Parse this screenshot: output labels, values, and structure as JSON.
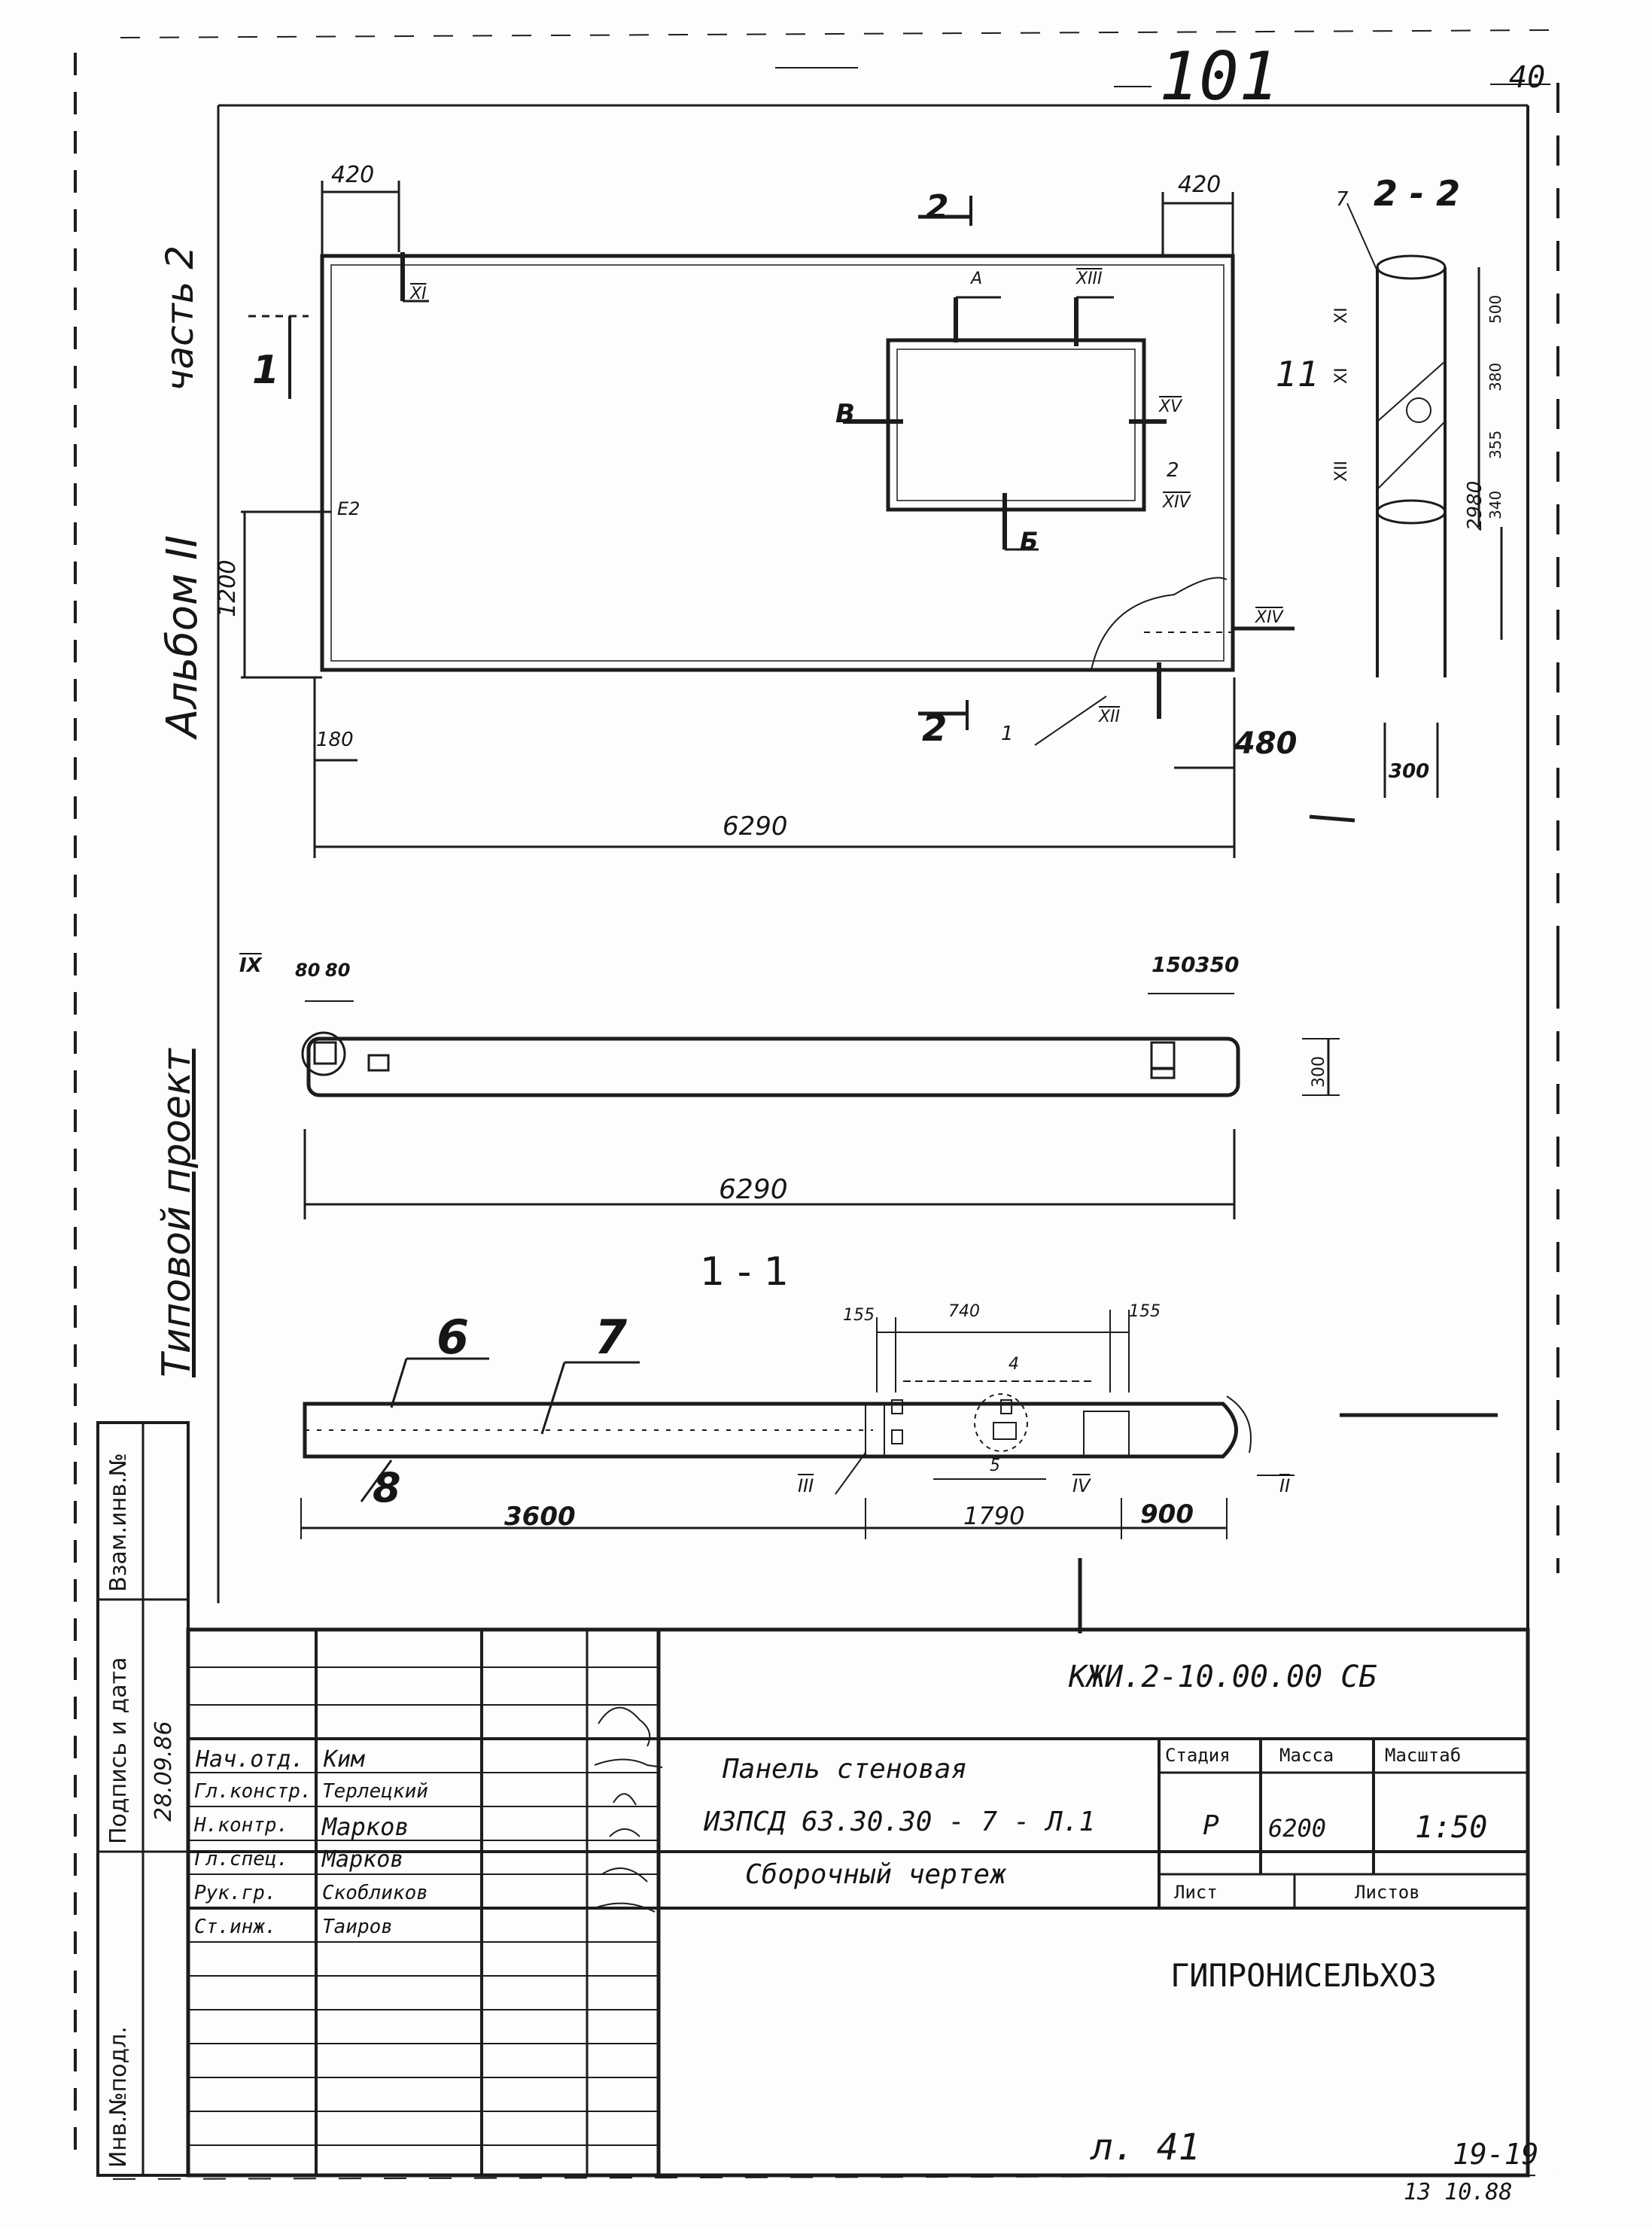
{
  "sheet": {
    "page_number": "101",
    "corner_number": "40",
    "album_label": "Альбом II",
    "part_label": "часть 2",
    "type_project_label": "Типовой проект"
  },
  "plan_view": {
    "dim_top_left": "420",
    "dim_top_right": "420",
    "dim_bottom_left": "180",
    "dim_bottom_right": "480",
    "dim_height": "1200",
    "dim_total": "6290",
    "section_mark_top": "2",
    "section_mark_bottom": "2",
    "section_mark_left": "1",
    "opening_marks": [
      "А",
      "Б",
      "В",
      "Е2"
    ],
    "node_marks": [
      "XI",
      "XIII",
      "XV",
      "XIV",
      "XII",
      "XIV"
    ],
    "callout_1": "1",
    "callout_2_2": "2"
  },
  "section_2_2": {
    "title": "2 - 2",
    "dim_bottom": "300",
    "dim_total": "2980",
    "dims_side": [
      "500",
      "380",
      "355",
      "340"
    ],
    "marks": [
      "7",
      "XI",
      "XI",
      "XII",
      "11"
    ]
  },
  "elevation_view": {
    "node_mark": "IX",
    "dims_top_left": [
      "80",
      "80"
    ],
    "dims_top_right": [
      "150",
      "350"
    ],
    "dim_height": "300",
    "dim_total": "6290"
  },
  "section_1_1": {
    "title": "1 - 1",
    "layer_marks": [
      "6",
      "7",
      "8"
    ],
    "dims_top": [
      "155",
      "740",
      "155"
    ],
    "dims_bottom": [
      "3600",
      "1790",
      "900"
    ],
    "node_marks": [
      "III",
      "IV",
      "II"
    ],
    "inner_marks": [
      "4",
      "5"
    ]
  },
  "side_table": {
    "headers": [
      "Взам.инв.№",
      "Подпись и дата",
      "Инв.№подл."
    ],
    "sign_date": "28.09.86"
  },
  "title_block": {
    "doc_code": "КЖИ.2-10.00.00 СБ",
    "title_line1": "Панель стеновая",
    "title_line2": "ИЗПСД 63.30.30 - 7 - Л.1",
    "title_line3": "Сборочный чертеж",
    "stage_header": "Стадия",
    "mass_header": "Масса",
    "scale_header": "Масштаб",
    "stage_value": "Р",
    "mass_value": "6200",
    "scale_value": "1:50",
    "sheet_label": "Лист",
    "sheets_label": "Листов",
    "organization": "ГИПРОНИСЕЛЬХОЗ",
    "staff": [
      {
        "role": "Нач.отд.",
        "name": "Ким"
      },
      {
        "role": "Гл.констр.",
        "name": "Терлецкий"
      },
      {
        "role": "Н.контр.",
        "name": "Марков"
      },
      {
        "role": "Гл.спец.",
        "name": "Марков"
      },
      {
        "role": "Рук.гр.",
        "name": "Скобликов"
      },
      {
        "role": "Ст.инж.",
        "name": "Таиров"
      }
    ]
  },
  "footer": {
    "stamp_mark": "19-19",
    "stamp_code": "13 10.88",
    "handwritten_note": "л. 41"
  }
}
